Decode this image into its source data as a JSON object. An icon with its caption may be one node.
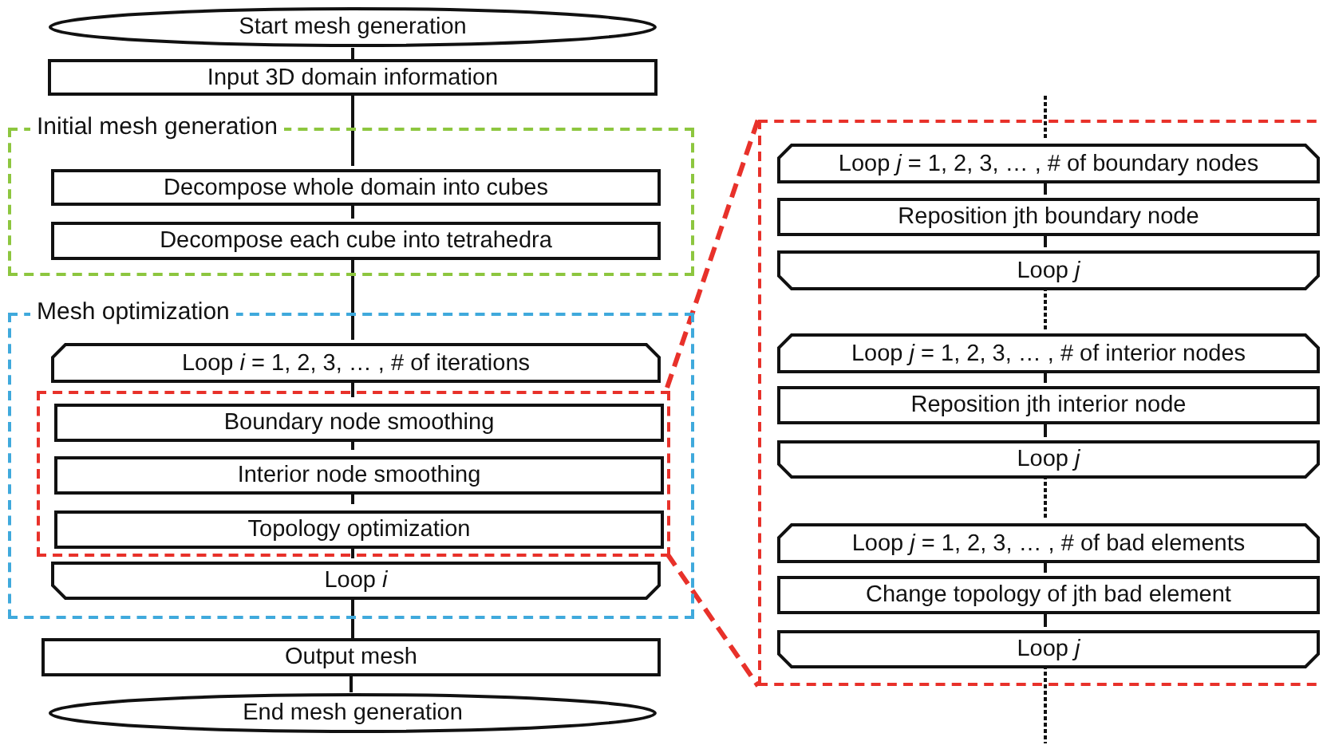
{
  "diagram": {
    "nodes": [
      {
        "text": [
          "Start mesh generation"
        ]
      },
      {
        "text": [
          "Input 3D domain information"
        ]
      },
      {
        "text": [
          "Initial mesh generation"
        ]
      },
      {
        "text": [
          "Decompose whole domain into cubes"
        ],
        "in": 2
      },
      {
        "text": [
          "Decompose each cube into tetrahedra"
        ],
        "in": 2
      },
      {
        "text": [
          "Mesh optimization"
        ]
      },
      {
        "text": [
          "Loop *i* = 1, 2, 3, … , # of iterations"
        ],
        "in": 5
      },
      {
        "text": [],
        "shape": "box",
        "in": 5
      },
      {
        "text": [
          "Boundary node smoothing"
        ],
        "in": 7
      },
      {
        "text": [
          "Interior node smoothing"
        ],
        "in": 7
      },
      {
        "text": [
          "Topology optimization"
        ],
        "in": 7
      },
      {
        "text": [
          "Loop *i*"
        ],
        "in": 5
      },
      {
        "text": [
          "Output mesh"
        ]
      },
      {
        "text": [
          "End mesh generation"
        ]
      },
      {
        "text": [],
        "shape": "box"
      },
      {
        "text": [
          "Loop *j* = 1, 2, 3, … , # of boundary nodes"
        ],
        "in": 14
      },
      {
        "text": [
          "Reposition jth boundary node"
        ],
        "in": 14
      },
      {
        "text": [
          "Loop *j*"
        ],
        "in": 14
      },
      {
        "text": [
          "Loop *j* = 1, 2, 3, … , # of interior nodes"
        ],
        "in": 14
      },
      {
        "text": [
          "Reposition jth interior node"
        ],
        "in": 14
      },
      {
        "text": [
          "Loop *j*"
        ],
        "in": 14
      },
      {
        "text": [
          "Loop *j* = 1, 2, 3, … , # of bad elements"
        ],
        "in": 14
      },
      {
        "text": [
          "Change topology of jth bad element"
        ],
        "in": 14
      },
      {
        "text": [
          "Loop *j*"
        ],
        "in": 14
      }
    ],
    "edges": [
      {
        "from": 0,
        "to": 1,
        "arrow": "none"
      },
      {
        "from": 1,
        "to": 3,
        "arrow": "none"
      },
      {
        "from": 3,
        "to": 4,
        "arrow": "none"
      },
      {
        "from": 4,
        "to": 6,
        "arrow": "none"
      },
      {
        "from": 6,
        "to": 8,
        "arrow": "none"
      },
      {
        "from": 8,
        "to": 9,
        "arrow": "none"
      },
      {
        "from": 9,
        "to": 10,
        "arrow": "none"
      },
      {
        "from": 10,
        "to": 11,
        "arrow": "none"
      },
      {
        "from": 11,
        "to": 12,
        "arrow": "none"
      },
      {
        "from": 12,
        "to": 13,
        "arrow": "none"
      },
      {
        "from": 7,
        "to": 14,
        "arrow": "none",
        "style": "dashed",
        "color": "#e8312a"
      },
      {
        "from": 7,
        "to": 14,
        "arrow": "none",
        "style": "dashed",
        "color": "#e8312a"
      },
      {
        "from": null,
        "to": 15,
        "arrow": "none",
        "style": "dashed"
      },
      {
        "from": 15,
        "to": 16,
        "arrow": "none"
      },
      {
        "from": 16,
        "to": 17,
        "arrow": "none"
      },
      {
        "from": 17,
        "to": 18,
        "arrow": "none",
        "style": "dashed"
      },
      {
        "from": 18,
        "to": 19,
        "arrow": "none"
      },
      {
        "from": 19,
        "to": 20,
        "arrow": "none"
      },
      {
        "from": 20,
        "to": 21,
        "arrow": "none",
        "style": "dashed"
      },
      {
        "from": 21,
        "to": 22,
        "arrow": "none"
      },
      {
        "from": 22,
        "to": 23,
        "arrow": "none"
      },
      {
        "from": 23,
        "to": null,
        "arrow": "none",
        "style": "dashed"
      }
    ]
  }
}
